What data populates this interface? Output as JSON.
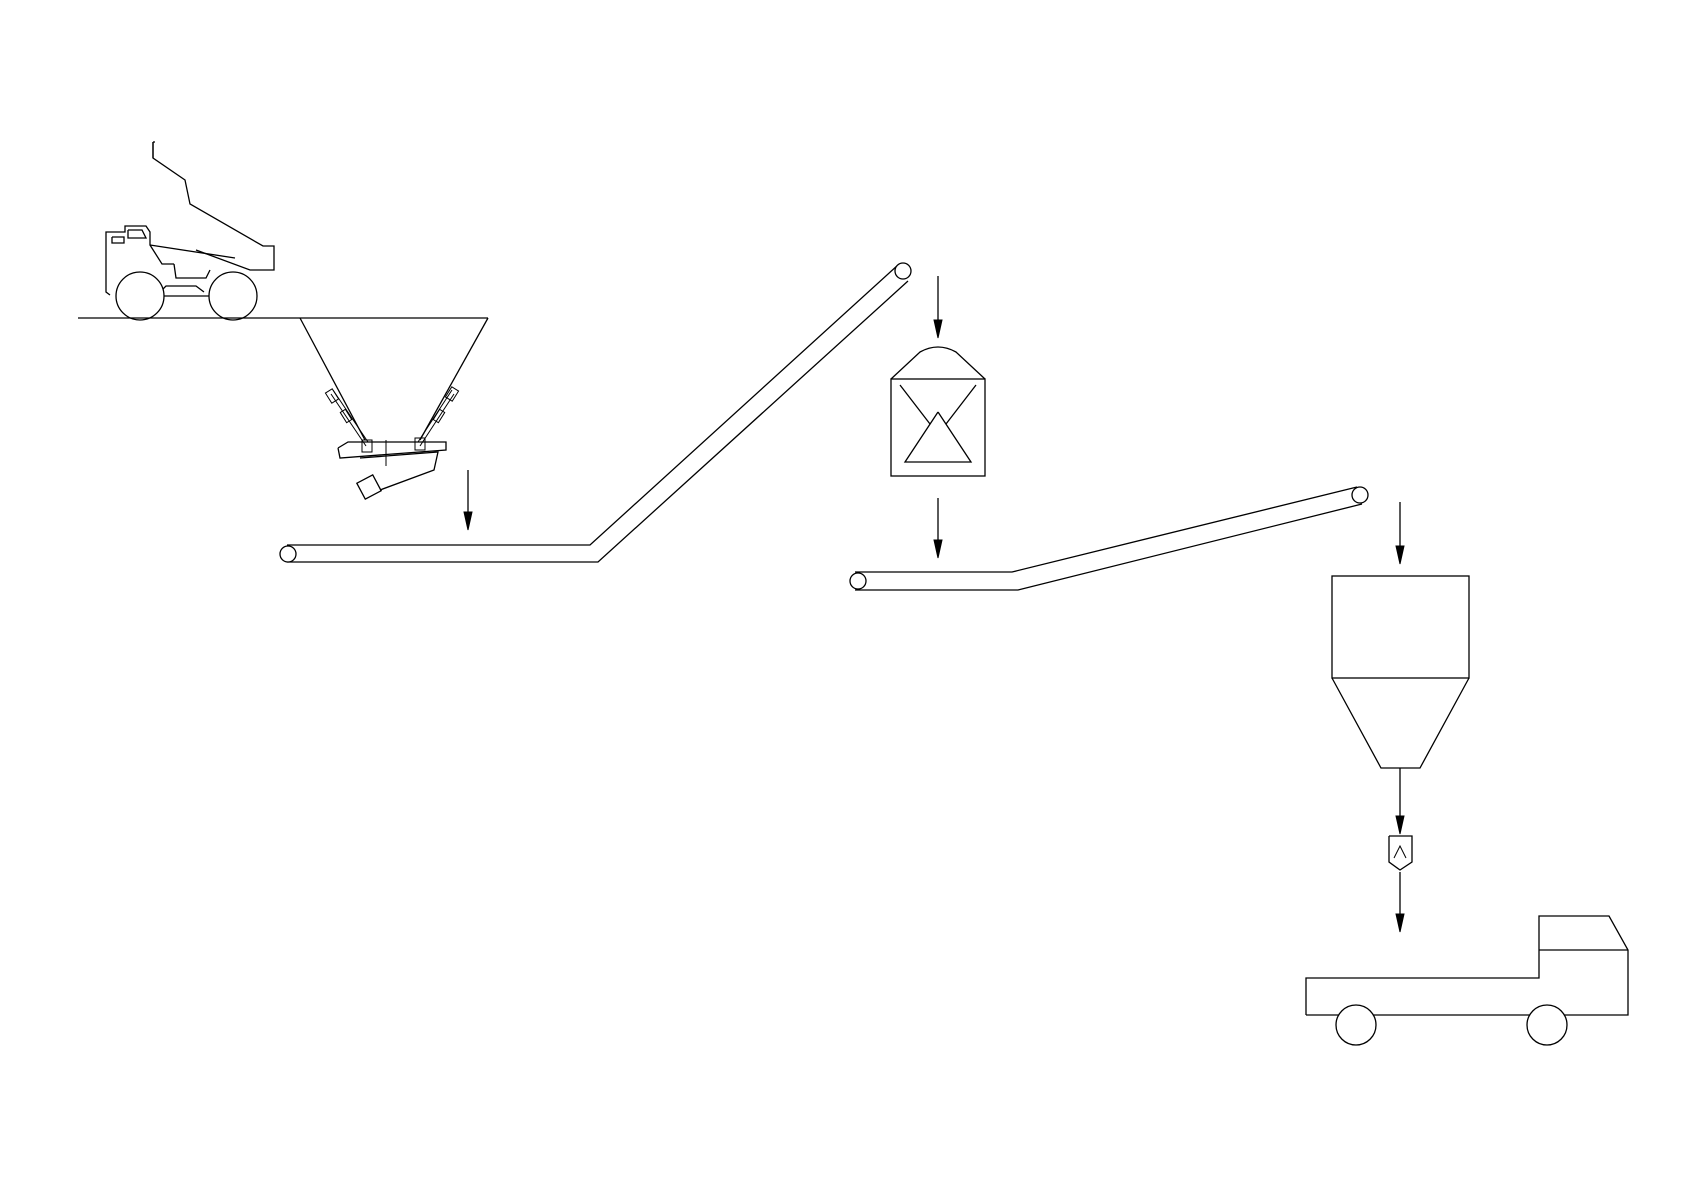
{
  "diagram": {
    "kind": "material flow process sketch (unlabeled)",
    "colors": {
      "background": "#ffffff",
      "stroke": "#000000"
    },
    "components": [
      {
        "id": "dump-truck",
        "icon": "dump-truck-icon"
      },
      {
        "id": "ground-line",
        "icon": "ground-line"
      },
      {
        "id": "receiving-hopper",
        "icon": "hopper-icon"
      },
      {
        "id": "vibrating-feeder",
        "icon": "feeder-icon"
      },
      {
        "id": "belt-conveyor-1",
        "icon": "belt-conveyor-icon"
      },
      {
        "id": "crusher",
        "icon": "crusher-icon"
      },
      {
        "id": "belt-conveyor-2",
        "icon": "belt-conveyor-icon"
      },
      {
        "id": "storage-silo",
        "icon": "silo-icon"
      },
      {
        "id": "discharge-valve",
        "icon": "valve-icon"
      },
      {
        "id": "flatbed-truck",
        "icon": "truck-icon"
      }
    ],
    "flow_arrows": [
      {
        "from": "vibrating-feeder",
        "to": "belt-conveyor-1"
      },
      {
        "from": "belt-conveyor-1",
        "to": "crusher"
      },
      {
        "from": "crusher",
        "to": "belt-conveyor-2"
      },
      {
        "from": "belt-conveyor-2",
        "to": "storage-silo"
      },
      {
        "from": "storage-silo",
        "to": "discharge-valve"
      },
      {
        "from": "discharge-valve",
        "to": "flatbed-truck"
      }
    ]
  }
}
